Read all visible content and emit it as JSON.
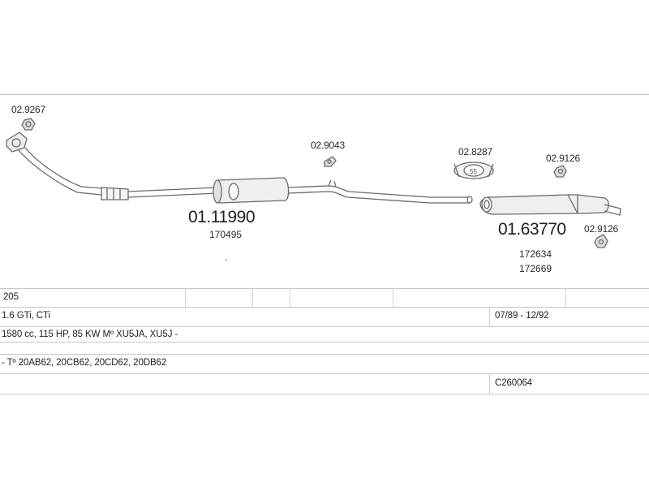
{
  "parts": {
    "downpipe_clamp": "02.9267",
    "mount_center": "02.9043",
    "clamp_ring": "02.8287",
    "mount_rear_top": "02.9126",
    "mount_rear_bottom": "02.9126",
    "middle_silencer": {
      "code": "01.11990",
      "ref": "170495"
    },
    "rear_silencer": {
      "code": "01.63770",
      "ref1": "172634",
      "ref2": "172669"
    },
    "clamp_size": "55"
  },
  "table": {
    "model": "205",
    "version": "1.6 GTi, CTi",
    "years": "07/89 - 12/92",
    "engine": "1580 cc, 115 HP, 85 KW Mº XU5JA, XU5J -",
    "type": "- Tº 20AB62, 20CB62, 20CD62, 20DB62",
    "kit_code": "C260064"
  }
}
